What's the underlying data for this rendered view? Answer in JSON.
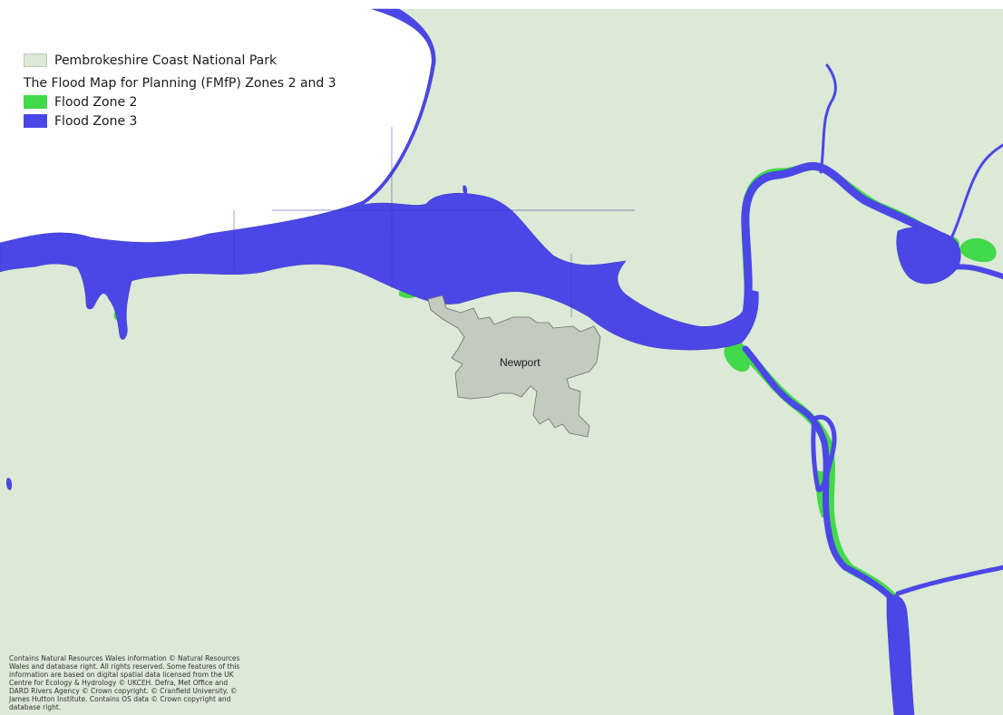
{
  "colors": {
    "background": "#ffffff",
    "land": "#dbe9d6",
    "flood_zone_2": "#42d94a",
    "flood_zone_3": "#4b47e6",
    "settlement": "#c2cbbe",
    "settlement_outline": "#6f6f6f"
  },
  "legend": {
    "park_label": "Pembrokeshire Coast National Park",
    "heading": "The Flood Map for Planning (FMfP) Zones 2 and 3",
    "zone2_label": "Flood Zone 2",
    "zone3_label": "Flood Zone 3"
  },
  "map": {
    "place_label": "Newport"
  },
  "attribution": {
    "text": "Contains Natural Resources Wales information © Natural Resources Wales and database right. All rights reserved. Some features of this information are based on digital spatial data licensed from the UK Centre for Ecology & Hydrology © UKCEH. Defra, Met Office and DARD Rivers Agency © Crown copyright. © Cranfield University. © James Hutton Institute. Contains OS data © Crown copyright and database right."
  }
}
